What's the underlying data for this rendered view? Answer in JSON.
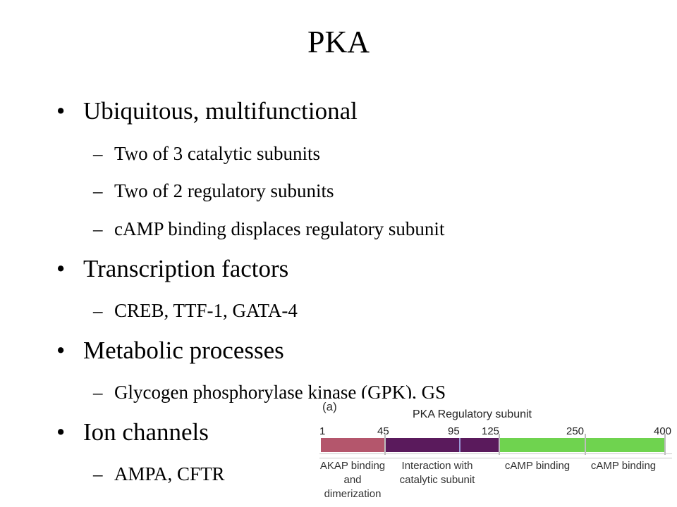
{
  "slide": {
    "title": "PKA",
    "bullet_marker": "•",
    "sub_marker": "–",
    "bullets": [
      {
        "text": "Ubiquitous, multifunctional",
        "subs": [
          "Two of 3 catalytic subunits",
          "Two of 2 regulatory subunits",
          "cAMP binding displaces regulatory subunit"
        ]
      },
      {
        "text": "Transcription factors",
        "subs": [
          "CREB, TTF-1, GATA-4"
        ]
      },
      {
        "text": "Metabolic processes",
        "subs": [
          "Glycogen phosphorylase kinase (GPK), GS"
        ]
      },
      {
        "text": "Ion channels",
        "subs": [
          "AMPA, CFTR"
        ]
      }
    ]
  },
  "figure": {
    "panel_label": "(a)",
    "title": "PKA Regulatory subunit",
    "positions": [
      "1",
      "45",
      "95",
      "125",
      "250",
      "400"
    ],
    "domains": [
      {
        "label": "AKAP binding and dimerization",
        "color": "#b4566c"
      },
      {
        "label": "Interaction with catalytic subunit",
        "color": "#5a1a5c"
      },
      {
        "label": "cAMP binding",
        "color": "#6fd34f"
      },
      {
        "label": "cAMP binding",
        "color": "#6fd34f"
      }
    ],
    "marker_color": "#9a9ad8"
  }
}
